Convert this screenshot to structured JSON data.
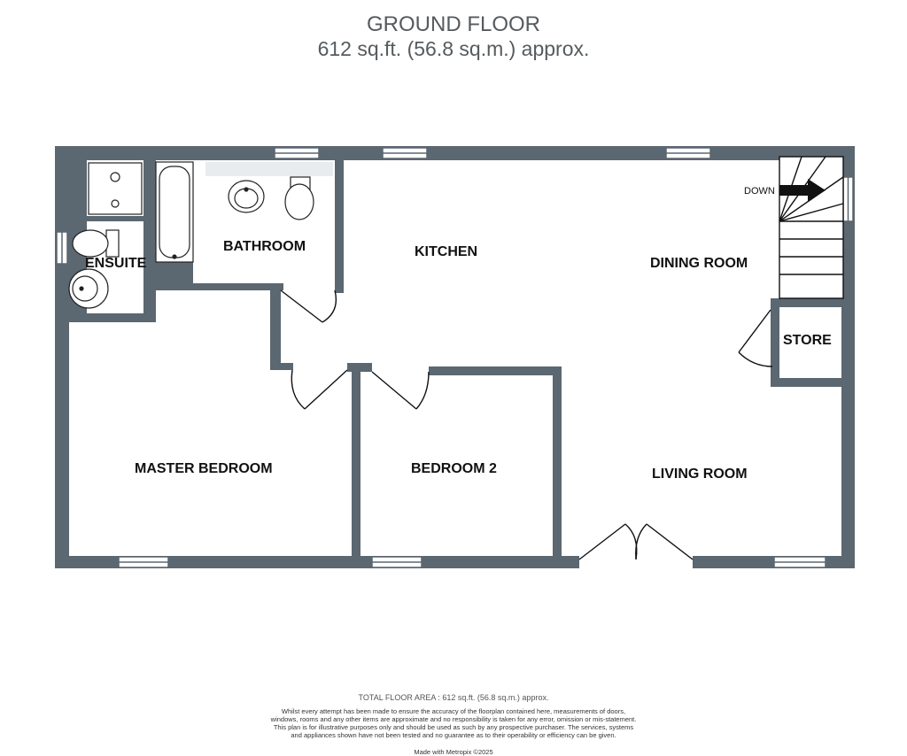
{
  "header": {
    "title": "GROUND FLOOR",
    "subtitle": "612 sq.ft. (56.8 sq.m.) approx."
  },
  "rooms": {
    "ensuite": "ENSUITE",
    "bathroom": "BATHROOM",
    "kitchen": "KITCHEN",
    "dining_room": "DINING ROOM",
    "store": "STORE",
    "master_bedroom": "MASTER BEDROOM",
    "bedroom_2": "BEDROOM 2",
    "living_room": "LIVING ROOM"
  },
  "stairs": {
    "label": "DOWN"
  },
  "colors": {
    "wall": "#5b6771",
    "window_frame": "#5b6771",
    "background": "#ffffff",
    "fixture_fill": "#e9ecee"
  },
  "footer": {
    "total_area": "TOTAL FLOOR AREA : 612 sq.ft. (56.8 sq.m.) approx.",
    "disclaimer": "Whilst every attempt has been made to ensure the accuracy of the floorplan contained here, measurements of doors, windows, rooms and any other items are approximate and no responsibility is taken for any error, omission or mis-statement. This plan is for illustrative purposes only and should be used as such by any prospective purchaser. The services, systems and appliances shown have not been tested and no guarantee as to their operability or efficiency can be given.",
    "credit": "Made with Metropix ©2025"
  }
}
